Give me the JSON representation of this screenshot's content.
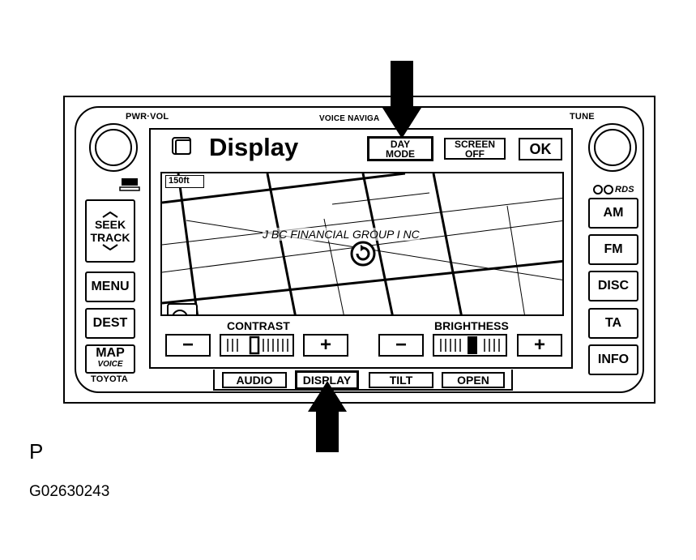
{
  "unit": {
    "left_knob_label": "PWR·VOL",
    "center_label": "VOICE NAVIGA",
    "right_knob_label": "TUNE",
    "brand": "TOYOTA",
    "rds_label": "RDS"
  },
  "left_buttons": {
    "seek_line1": "SEEK",
    "seek_line2": "TRACK",
    "menu": "MENU",
    "dest": "DEST",
    "map_line1": "MAP",
    "map_line2": "VOICE"
  },
  "right_buttons": {
    "am": "AM",
    "fm": "FM",
    "disc": "DISC",
    "ta": "TA",
    "info": "INFO"
  },
  "screen": {
    "title": "Display",
    "day_mode_line1": "DAY",
    "day_mode_line2": "MODE",
    "screen_off_line1": "SCREEN",
    "screen_off_line2": "OFF",
    "ok": "OK",
    "map_scale": "150ft",
    "map_poi": "J BC FINANCIAL GROUP I NC",
    "contrast_label": "CONTRAST",
    "brightness_label": "BRIGHTHESS",
    "minus": "−",
    "plus": "+"
  },
  "bottom_tabs": {
    "audio": "AUDIO",
    "display": "DISPLAY",
    "tilt": "TILT",
    "open": "OPEN"
  },
  "figure": {
    "page_marker": "P",
    "figure_id": "G02630243"
  }
}
